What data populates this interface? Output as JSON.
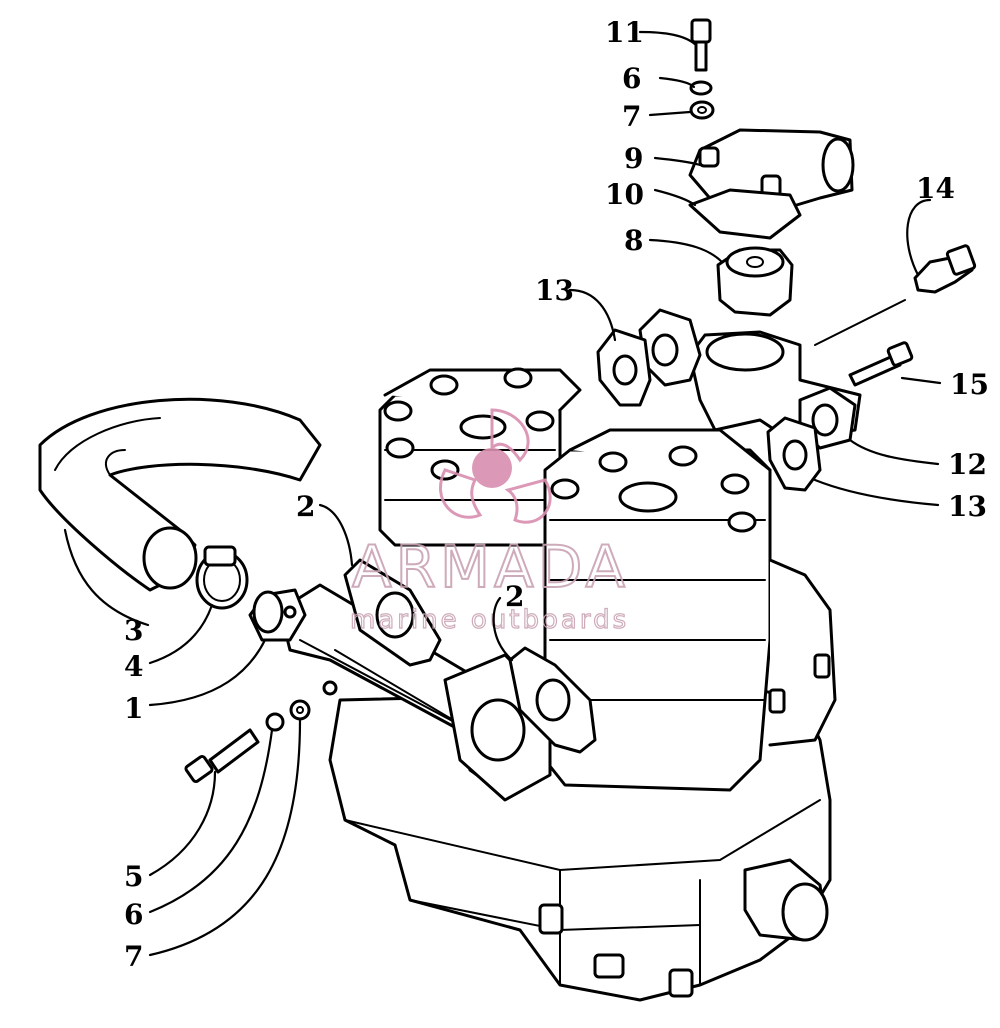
{
  "callouts": [
    {
      "id": "c11",
      "text": "11"
    },
    {
      "id": "c6a",
      "text": "6"
    },
    {
      "id": "c7a",
      "text": "7"
    },
    {
      "id": "c9",
      "text": "9"
    },
    {
      "id": "c10",
      "text": "10"
    },
    {
      "id": "c8",
      "text": "8"
    },
    {
      "id": "c14",
      "text": "14"
    },
    {
      "id": "c13a",
      "text": "13"
    },
    {
      "id": "c15",
      "text": "15"
    },
    {
      "id": "c12",
      "text": "12"
    },
    {
      "id": "c13b",
      "text": "13"
    },
    {
      "id": "c2a",
      "text": "2"
    },
    {
      "id": "c2b",
      "text": "2"
    },
    {
      "id": "c3",
      "text": "3"
    },
    {
      "id": "c4",
      "text": "4"
    },
    {
      "id": "c1",
      "text": "1"
    },
    {
      "id": "c5",
      "text": "5"
    },
    {
      "id": "c6b",
      "text": "6"
    },
    {
      "id": "c7b",
      "text": "7"
    }
  ],
  "watermark": {
    "title": "ARMADA",
    "subtitle": "marine outboards",
    "color": "#c9a3b3",
    "logo_color": "#d98fb0"
  }
}
